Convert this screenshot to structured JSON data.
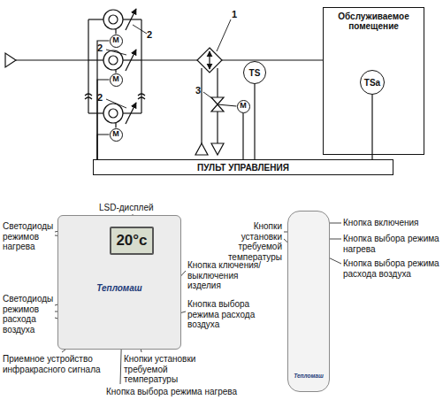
{
  "diagram": {
    "nodes": [
      {
        "text": [
          "M"
        ]
      },
      {
        "text": [
          "M"
        ]
      },
      {
        "text": [
          "M"
        ]
      },
      {
        "text": [
          "M"
        ]
      },
      {
        "text": [
          "TS"
        ]
      },
      {
        "text": [
          "Обслуживаемое помещение"
        ]
      },
      {
        "text": [
          "TSa"
        ],
        "in": 5
      },
      {
        "text": [
          "ПУЛЬТ УПРАВЛЕНИЯ"
        ]
      },
      {
        "text": [
          "Тепломаш"
        ]
      },
      {
        "text": [
          "20°c"
        ],
        "in": 8
      },
      {
        "text": [
          "Тепломаш"
        ]
      }
    ],
    "edges": [
      {
        "from": 0,
        "to": 7,
        "arrow": "none"
      },
      {
        "from": 1,
        "to": 7,
        "arrow": "none"
      },
      {
        "from": 2,
        "to": 7,
        "arrow": "none"
      },
      {
        "from": 3,
        "to": 7,
        "arrow": "none"
      },
      {
        "from": 4,
        "to": 7,
        "arrow": "none"
      },
      {
        "from": 6,
        "to": 7,
        "arrow": "none"
      }
    ],
    "labels": [
      "2",
      "2",
      "2",
      "1",
      "3",
      "LSD-дисплей",
      "Светодиоды режимов нагрева",
      "Светодиоды режимов расхода воздуха",
      "Приемное устройство инфракрасного сигнала",
      "Кнопка ключения/ выключения изделия",
      "Кнопка выбора режима расхода воздуха",
      "Кнопки установки требуемой температуры",
      "Кнопка выбора режима нагрева",
      "Кнопки установки требуемой температуры",
      "Кнопка включения",
      "Кнопка выбора режима нагрева",
      "Кнопка выбора режима расхода воздуха"
    ]
  }
}
